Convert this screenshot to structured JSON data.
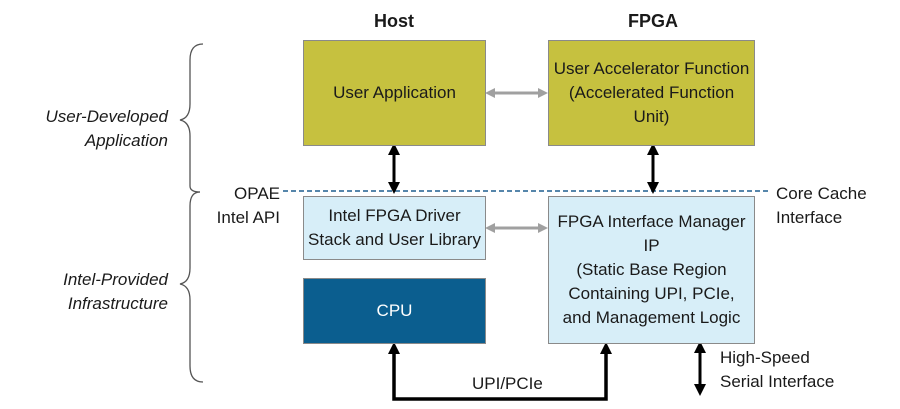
{
  "headers": {
    "host": "Host",
    "fpga": "FPGA"
  },
  "side_labels": {
    "user_developed": "User-Developed\nApplication",
    "intel_provided": "Intel-Provided\nInfrastructure"
  },
  "boundary_labels": {
    "opae": "OPAE\nIntel API",
    "core_cache": "Core Cache\nInterface"
  },
  "boxes": {
    "user_application": "User Application",
    "accelerator": "User Accelerator Function\n(Accelerated Function\nUnit)",
    "driver": "Intel FPGA Driver\nStack and User Library",
    "fim": "FPGA Interface Manager IP\n(Static Base Region\nContaining UPI, PCIe,\nand Management Logic",
    "cpu": "CPU"
  },
  "link_labels": {
    "upi_pcie": "UPI/PCIe",
    "high_speed": "High-Speed\nSerial Interface"
  },
  "colors": {
    "olive": "#c6c13f",
    "light_blue": "#d7eef8",
    "dark_blue": "#0b5e8f",
    "dashed_line": "#1f5f8f",
    "gray_arrow": "#a0a0a0",
    "black_arrow": "#000000"
  }
}
